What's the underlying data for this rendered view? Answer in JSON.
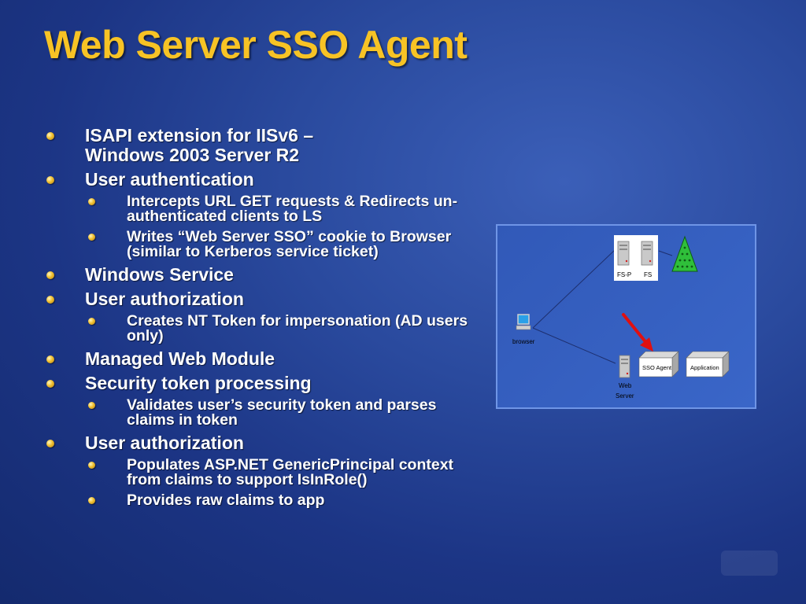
{
  "slide": {
    "title": "Web Server SSO Agent",
    "bullets": [
      {
        "level": 1,
        "text": "ISAPI extension for IISv6 –\nWindows 2003 Server R2"
      },
      {
        "level": 1,
        "text": "User authentication"
      },
      {
        "level": 2,
        "text": "Intercepts URL GET requests & Redirects un-authenticated clients to LS"
      },
      {
        "level": 2,
        "text": "Writes “Web Server SSO” cookie to Browser (similar to Kerberos service ticket)"
      },
      {
        "level": 1,
        "text": "Windows Service"
      },
      {
        "level": 1,
        "text": "User authorization"
      },
      {
        "level": 2,
        "text": "Creates NT Token for impersonation (AD users only)"
      },
      {
        "level": 1,
        "text": "Managed Web Module"
      },
      {
        "level": 1,
        "text": "Security token processing"
      },
      {
        "level": 2,
        "text": "Validates user’s security token and parses claims in token"
      },
      {
        "level": 1,
        "text": "User authorization"
      },
      {
        "level": 2,
        "text": "Populates ASP.NET GenericPrincipal context from claims to support IsInRole()"
      },
      {
        "level": 2,
        "text": "Provides raw claims to app"
      }
    ]
  },
  "diagram": {
    "labels": {
      "fsp": "FS-P",
      "fs": "FS",
      "browser": "browser",
      "web_server_1": "Web",
      "web_server_2": "Server",
      "sso_agent": "SSO Agent",
      "application": "Application"
    },
    "colors": {
      "title": "#f7c325",
      "arrow": "#e01010",
      "triangle": "#2fbf3a",
      "panel_border": "#6f95e6"
    }
  }
}
